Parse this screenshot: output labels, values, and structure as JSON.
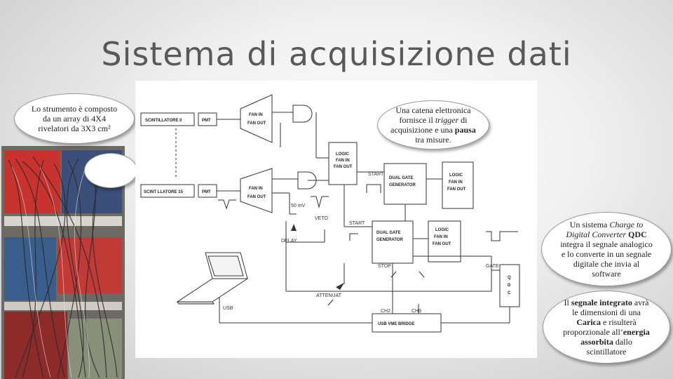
{
  "slide": {
    "title": "Sistema di acquisizione dati"
  },
  "bubbles": {
    "array": "Lo strumento è composto da un array di 4X4 rivelatori da 3X3 cm²",
    "trigger_pre": "Una catena elettronica fornisce il ",
    "trigger_em": "trigger",
    "trigger_mid": " di acquisizione e una ",
    "trigger_bold": "pausa",
    "trigger_post": " tra misure.",
    "qdc_pre": "Un sistema ",
    "qdc_em": "Charge to Digital Converter",
    "qdc_bold": " QDC",
    "qdc_post": " integra il segnale analogico e lo converte in un segnale digitale che invia al software",
    "int_pre": "Il ",
    "int_bold1": "segnale integrato",
    "int_mid1": " avrà le dimensioni di una ",
    "int_bold2": "Carica",
    "int_mid2": " e risulterà proporzionale all’",
    "int_bold3": "energia assorbita",
    "int_post": " dallo scintillatore"
  },
  "diagram": {
    "scint0": "SCINTILLATORE 0",
    "scint15": "SCINT LLATORE 15",
    "pmt": "PMT",
    "fan_in": "FAN IN",
    "fan_out": "FAN OUT",
    "logic": "LOGIC",
    "dual_gate": "DUAL GATE",
    "generator": "GENERATOR",
    "start": "START",
    "stop": "STOP",
    "gate": "GATE",
    "delay": "DELAY",
    "attenuat": "ATTENUAT",
    "usb": "USB",
    "usb_vme": "USB VME BRIDGE",
    "ch2": "CH2",
    "ch3": "CH3",
    "qdc_q": "Q",
    "qdc_d": "D",
    "qdc_c": "C",
    "mv": "50 mV",
    "veto": "VETO"
  }
}
